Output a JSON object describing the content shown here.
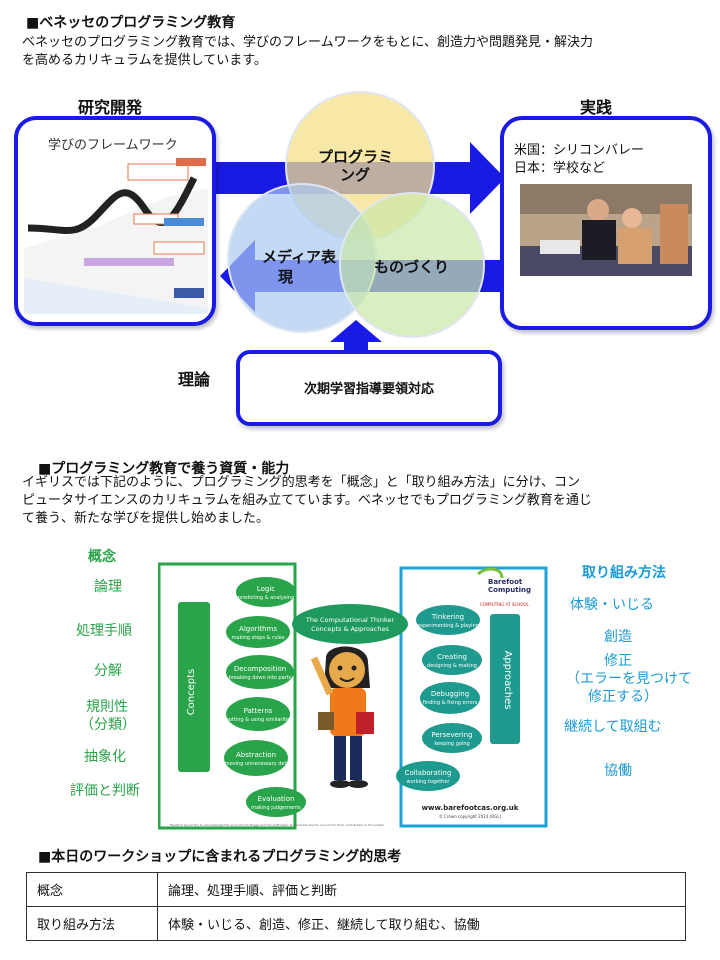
{
  "section1": {
    "heading": "■ベネッセのプログラミング教育",
    "body_line1": "ベネッセのプログラミング教育では、学びのフレームワークをもとに、創造力や問題発見・解決力",
    "body_line2": "を高めるカリキュラムを提供しています。"
  },
  "diagram": {
    "research_label": "研究開発",
    "practice_label": "実践",
    "theory_label": "理論",
    "framework_title": "学びのフレームワーク",
    "practice_line1": "米国：シリコンバレー",
    "practice_line2": "日本：学校など",
    "guideline_label": "次期学習指導要領対応",
    "circle_programming_line1": "プログラミ",
    "circle_programming_line2": "ング",
    "circle_media_line1": "メディア表",
    "circle_media_line2": "現",
    "circle_making": "ものづくり",
    "colors": {
      "frame_blue": "#1a1ae6",
      "circle_yellow": "#f5e08a",
      "circle_blue": "#a9c9ef",
      "circle_green": "#c9e8a8"
    }
  },
  "section2": {
    "heading": "■プログラミング教育で養う資質・能力",
    "body_line1": "イギリスでは下記のように、プログラミング的思考を「概念」と「取り組み方法」に分け、コン",
    "body_line2": "ピュータサイエンスのカリキュラムを組み立てています。ベネッセでもプログラミング教育を通じ",
    "body_line3": "て養う、新たな学びを提供し始めました。"
  },
  "concepts": {
    "title": "概念",
    "items": [
      "論理",
      "処理手順",
      "分解",
      "規則性",
      "（分類）",
      "抽象化",
      "評価と判断"
    ]
  },
  "approaches": {
    "title": "取り組み方法",
    "items": [
      "体験・いじる",
      "創造",
      "修正",
      "（エラーを見つけて",
      "修正する）",
      "継続して取組む",
      "協働"
    ]
  },
  "poster": {
    "concepts_bar": "Concepts",
    "approaches_bar": "Approaches",
    "center_title_line1": "The Computational Thinker",
    "center_title_line2": "Concepts & Approaches",
    "brand_line1": "Barefoot",
    "brand_line2": "Computing",
    "brand_sub": "COMPUTING AT SCHOOL",
    "url": "www.barefootcas.org.uk",
    "copyright": "© Crown copyright 2014 (OGL)",
    "credit": "Barefoot would like to acknowledge the work of Julia Briggs and the eLIM team at Somerset County Council for their contribution to this poster",
    "concept_clouds": [
      {
        "title": "Logic",
        "sub": "predicting & analysing"
      },
      {
        "title": "Algorithms",
        "sub": "making steps & rules"
      },
      {
        "title": "Decomposition",
        "sub": "breaking down into parts"
      },
      {
        "title": "Patterns",
        "sub": "spotting & using similarities"
      },
      {
        "title": "Abstraction",
        "sub": "removing unnecessary detail"
      },
      {
        "title": "Evaluation",
        "sub": "making judgements"
      }
    ],
    "approach_clouds": [
      {
        "title": "Tinkering",
        "sub": "experimenting & playing"
      },
      {
        "title": "Creating",
        "sub": "designing & making"
      },
      {
        "title": "Debugging",
        "sub": "finding & fixing errors"
      },
      {
        "title": "Persevering",
        "sub": "keeping going"
      },
      {
        "title": "Collaborating",
        "sub": "working together"
      }
    ]
  },
  "section3": {
    "heading": "■本日のワークショップに含まれるプログラミング的思考",
    "rows": [
      {
        "key": "概念",
        "value": "論理、処理手順、評価と判断"
      },
      {
        "key": "取り組み方法",
        "value": "体験・いじる、創造、修正、継続して取り組む、協働"
      }
    ]
  }
}
